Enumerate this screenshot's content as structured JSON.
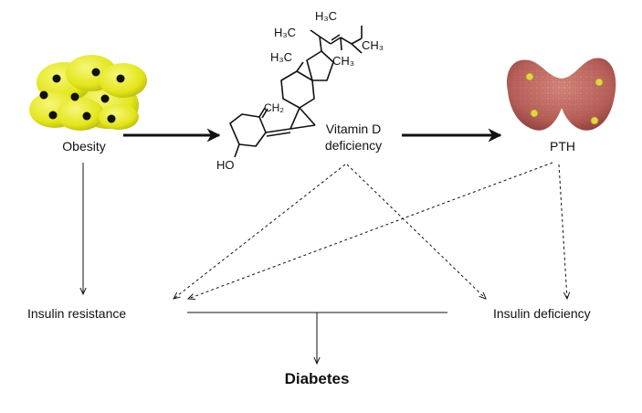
{
  "nodes": {
    "obesity": "Obesity",
    "vitamin_d_line1": "Vitamin D",
    "vitamin_d_line2": "deficiency",
    "pth": "PTH",
    "insulin_resistance": "Insulin resistance",
    "insulin_deficiency": "Insulin deficiency",
    "diabetes": "Diabetes"
  },
  "molecule": {
    "h3c_top": "H₃C",
    "h3c_upper_left": "H₃C",
    "h3c_left": "H₃C",
    "ch3_right": "CH₃",
    "ch3_lower": "CH₃",
    "ch2": "CH₂",
    "ho": "HO"
  },
  "icons": {
    "obesity": "fat-cells-icon",
    "vitamin_d": "vitamin-d-molecule-icon",
    "pth": "parathyroid-gland-icon"
  },
  "colors": {
    "fat_cell": "#e8ea1c",
    "fat_nucleus": "#111111",
    "thyroid": "#c46a5e",
    "parathyroid_gland": "#e3d34a",
    "arrow": "#111111"
  }
}
